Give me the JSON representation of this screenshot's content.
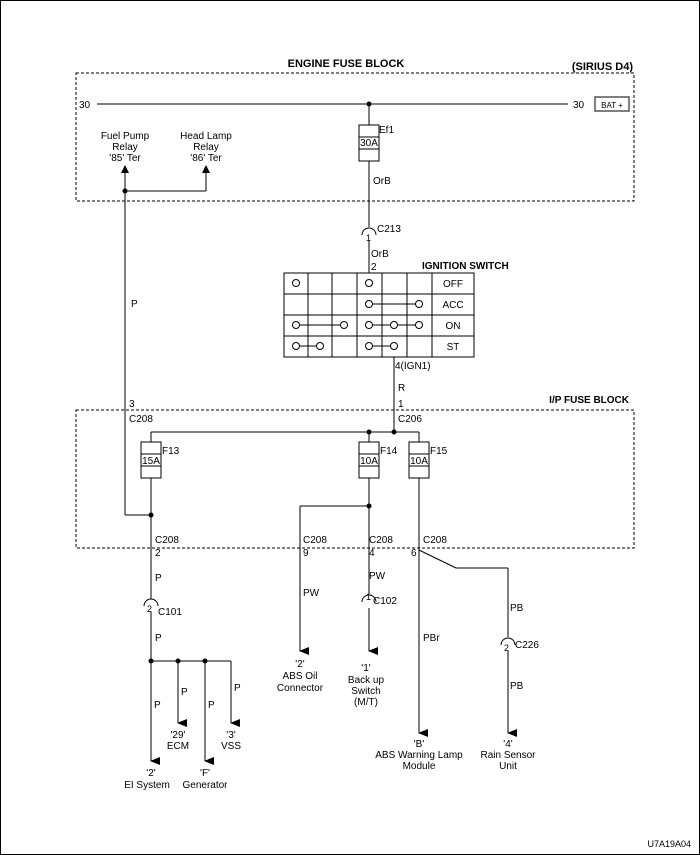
{
  "engine_fuse_block": {
    "title": "ENGINE FUSE BLOCK",
    "model": "(SIRIUS D4)",
    "bus_left": "30",
    "bus_right": "30",
    "bat": "BAT +",
    "fuse_name": "Ef1",
    "fuse_rating": "30A",
    "fuel_pump_relay": [
      "Fuel Pump",
      "Relay",
      "'85' Ter"
    ],
    "head_lamp_relay": [
      "Head Lamp",
      "Relay",
      "'86' Ter"
    ]
  },
  "wires": {
    "orb1": "OrB",
    "orb2": "OrB",
    "r": "R",
    "p_left": "P",
    "p_below": "P",
    "p_c101": "P",
    "p_ecm": "P",
    "p_ei": "P",
    "p_gen": "P",
    "p_vss": "P",
    "pw1": "PW",
    "pw2": "PW",
    "pbr": "PBr",
    "pb1": "PB",
    "pb2": "PB"
  },
  "connectors": {
    "c213": "C213",
    "c213_pin": "1",
    "ign_pin_top": "2",
    "ign_pin_bottom": "4(IGN1)",
    "c206": "C206",
    "c206_pin": "1",
    "c208_top": "C208",
    "c208_top_pin": "3",
    "c208_a": "C208",
    "c208_a_pin": "2",
    "c208_b": "C208",
    "c208_b_pin": "9",
    "c208_c": "C208",
    "c208_c_pin": "4",
    "c208_d": "C208",
    "c208_d_pin": "6",
    "c101": "C101",
    "c101_pin": "2",
    "c102": "C102",
    "c102_pin": "1",
    "c226": "C226",
    "c226_pin": "2"
  },
  "ignition_switch": {
    "title": "IGNITION SWITCH",
    "positions": [
      "OFF",
      "ACC",
      "ON",
      "ST"
    ]
  },
  "ip_fuse_block": {
    "title": "I/P FUSE BLOCK",
    "f13": "F13",
    "f13_rating": "15A",
    "f14": "F14",
    "f14_rating": "10A",
    "f15": "F15",
    "f15_rating": "10A"
  },
  "destinations": {
    "ecm": [
      "'29'",
      "ECM"
    ],
    "vss": [
      "'3'",
      "VSS"
    ],
    "ei_system": [
      "'2'",
      "EI System"
    ],
    "generator": [
      "'F'",
      "Generator"
    ],
    "abs_oil": [
      "'2'",
      "ABS Oil",
      "Connector"
    ],
    "backup_switch": [
      "'1'",
      "Back up",
      "Switch",
      "(M/T)"
    ],
    "abs_warning": [
      "'B'",
      "ABS Warning Lamp",
      "Module"
    ],
    "rain_sensor": [
      "'4'",
      "Rain Sensor",
      "Unit"
    ]
  },
  "figure_code": "U7A19A04"
}
